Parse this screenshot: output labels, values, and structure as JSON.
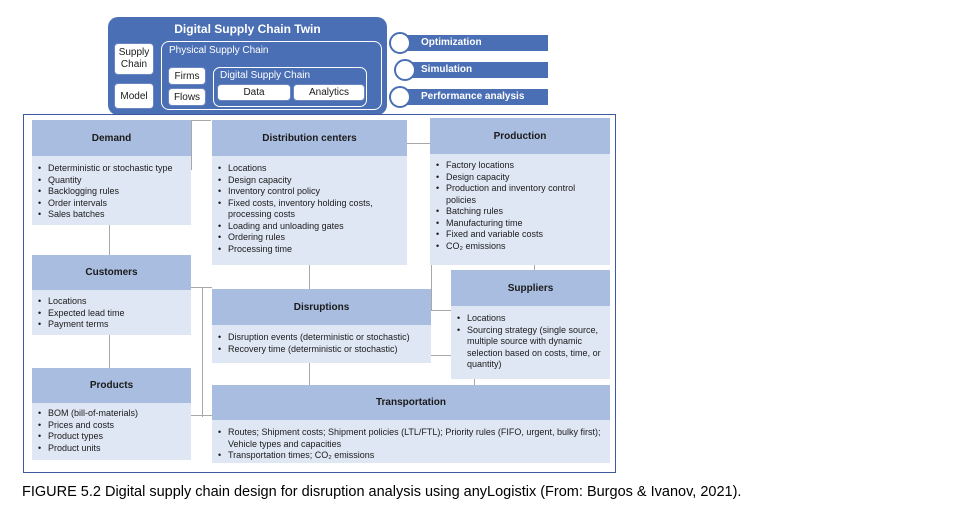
{
  "twin": {
    "title": "Digital Supply Chain Twin",
    "supply_chain": "Supply Chain",
    "model": "Model",
    "physical": "Physical Supply Chain",
    "firms": "Firms",
    "flows": "Flows",
    "digital": "Digital Supply Chain",
    "data": "Data",
    "analytics": "Analytics"
  },
  "outputs": [
    "Optimization",
    "Simulation",
    "Performance analysis"
  ],
  "cards": {
    "demand": {
      "title": "Demand",
      "items": [
        "Deterministic or stochastic type",
        "Quantity",
        "Backlogging rules",
        "Order intervals",
        "Sales batches"
      ]
    },
    "distribution": {
      "title": "Distribution centers",
      "items": [
        "Locations",
        "Design capacity",
        "Inventory control policy",
        "Fixed costs, inventory holding costs, processing costs",
        "Loading and unloading gates",
        "Ordering rules",
        "Processing time"
      ]
    },
    "production": {
      "title": "Production",
      "items": [
        "Factory locations",
        "Design capacity",
        "Production and inventory control policies",
        "Batching rules",
        "Manufacturing time",
        "Fixed and variable costs",
        "CO₂ emissions"
      ]
    },
    "customers": {
      "title": "Customers",
      "items": [
        "Locations",
        "Expected lead time",
        "Payment terms"
      ]
    },
    "disruptions": {
      "title": "Disruptions",
      "items": [
        "Disruption events (deterministic or stochastic)",
        "Recovery time (deterministic or stochastic)"
      ]
    },
    "suppliers": {
      "title": "Suppliers",
      "items": [
        "Locations",
        "Sourcing strategy (single source, multiple source with dynamic selection based on costs, time, or quantity)"
      ]
    },
    "products": {
      "title": "Products",
      "items": [
        "BOM (bill-of-materials)",
        "Prices and costs",
        "Product types",
        "Product units"
      ]
    },
    "transportation": {
      "title": "Transportation",
      "items": [
        "Routes; Shipment costs; Shipment policies (LTL/FTL); Priority rules (FIFO, urgent, bulky first); Vehicle types and capacities",
        "Transportation times; CO₂ emissions"
      ]
    }
  },
  "caption": "FIGURE 5.2 Digital supply chain design for disruption analysis using anyLogistix (From: Burgos & Ivanov, 2021)."
}
